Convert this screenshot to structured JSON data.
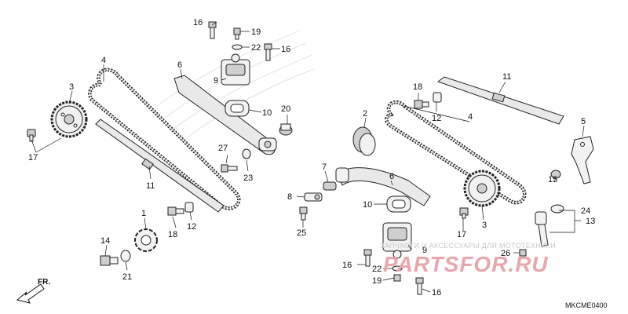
{
  "labels": {
    "l1": "1",
    "l2": "2",
    "l3a": "3",
    "l3b": "3",
    "l4a": "4",
    "l4b": "4",
    "l5": "5",
    "l6a": "6",
    "l6b": "6",
    "l7": "7",
    "l8": "8",
    "l9a": "9",
    "l9b": "9",
    "l10a": "10",
    "l10b": "10",
    "l11a": "11",
    "l11b": "11",
    "l12a": "12",
    "l12b": "12",
    "l13": "13",
    "l14": "14",
    "l15": "15",
    "l16a": "16",
    "l16b": "16",
    "l16c": "16",
    "l16d": "16",
    "l17a": "17",
    "l17b": "17",
    "l18a": "18",
    "l18b": "18",
    "l19a": "19",
    "l19b": "19",
    "l20": "20",
    "l21": "21",
    "l22a": "22",
    "l22b": "22",
    "l23": "23",
    "l24": "24",
    "l25": "25",
    "l26": "26",
    "l27": "27"
  },
  "diagram_code": "MKCME0400",
  "direction_label": "FR.",
  "watermark": {
    "tagline": "ЗАПЧАСТИ И АКСЕССУАРЫ ДЛЯ МОТОТЕХНИКИ",
    "brand": "PARTSFOR.RU"
  },
  "colors": {
    "ink": "#111111",
    "watermark_brand": "#e8a7ad",
    "watermark_text": "#c9c9c9"
  }
}
